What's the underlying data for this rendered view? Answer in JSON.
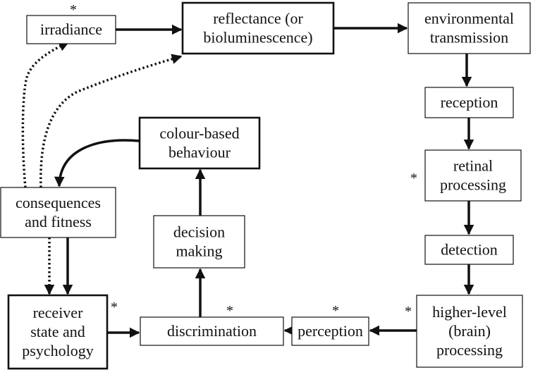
{
  "diagram": {
    "nodes": [
      {
        "id": "irradiance",
        "lines": [
          "irradiance"
        ],
        "starred": true,
        "bold_border": false
      },
      {
        "id": "reflectance",
        "lines": [
          "reflectance (or",
          "bioluminescence)"
        ],
        "starred": false,
        "bold_border": true
      },
      {
        "id": "environmental-transmission",
        "lines": [
          "environmental",
          "transmission"
        ],
        "starred": false,
        "bold_border": false
      },
      {
        "id": "reception",
        "lines": [
          "reception"
        ],
        "starred": false,
        "bold_border": false
      },
      {
        "id": "retinal-processing",
        "lines": [
          "retinal",
          "processing"
        ],
        "starred": true,
        "bold_border": false
      },
      {
        "id": "detection",
        "lines": [
          "detection"
        ],
        "starred": false,
        "bold_border": false
      },
      {
        "id": "higher-level-processing",
        "lines": [
          "higher-level",
          "(brain)",
          "processing"
        ],
        "starred": true,
        "bold_border": false
      },
      {
        "id": "perception",
        "lines": [
          "perception"
        ],
        "starred": true,
        "bold_border": false
      },
      {
        "id": "discrimination",
        "lines": [
          "discrimination"
        ],
        "starred": true,
        "bold_border": false
      },
      {
        "id": "decision-making",
        "lines": [
          "decision",
          "making"
        ],
        "starred": false,
        "bold_border": false
      },
      {
        "id": "colour-based-behaviour",
        "lines": [
          "colour-based",
          "behaviour"
        ],
        "starred": false,
        "bold_border": true
      },
      {
        "id": "consequences-and-fitness",
        "lines": [
          "consequences",
          "and fitness"
        ],
        "starred": false,
        "bold_border": false
      },
      {
        "id": "receiver-state",
        "lines": [
          "receiver",
          "state and",
          "psychology"
        ],
        "starred": true,
        "bold_border": true
      }
    ],
    "edges": [
      {
        "from": "irradiance",
        "to": "reflectance",
        "style": "solid"
      },
      {
        "from": "reflectance",
        "to": "environmental-transmission",
        "style": "solid"
      },
      {
        "from": "environmental-transmission",
        "to": "reception",
        "style": "solid"
      },
      {
        "from": "reception",
        "to": "retinal-processing",
        "style": "solid"
      },
      {
        "from": "retinal-processing",
        "to": "detection",
        "style": "solid"
      },
      {
        "from": "detection",
        "to": "higher-level-processing",
        "style": "solid"
      },
      {
        "from": "higher-level-processing",
        "to": "perception",
        "style": "solid"
      },
      {
        "from": "perception",
        "to": "discrimination",
        "style": "solid"
      },
      {
        "from": "receiver-state",
        "to": "discrimination",
        "style": "solid"
      },
      {
        "from": "discrimination",
        "to": "decision-making",
        "style": "solid"
      },
      {
        "from": "decision-making",
        "to": "colour-based-behaviour",
        "style": "solid"
      },
      {
        "from": "colour-based-behaviour",
        "to": "consequences-and-fitness",
        "style": "solid"
      },
      {
        "from": "consequences-and-fitness",
        "to": "receiver-state",
        "style": "solid"
      },
      {
        "from": "consequences-and-fitness",
        "to": "receiver-state",
        "style": "dotted"
      },
      {
        "from": "consequences-and-fitness",
        "to": "irradiance",
        "style": "dotted"
      },
      {
        "from": "consequences-and-fitness",
        "to": "reflectance",
        "style": "dotted"
      }
    ],
    "star_symbol": "*",
    "colors": {
      "ink": "#111111",
      "background": "#ffffff"
    }
  }
}
